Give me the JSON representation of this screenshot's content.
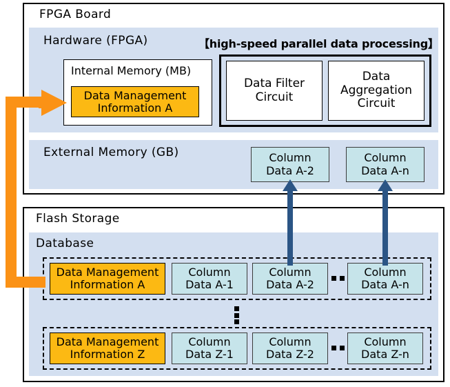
{
  "diagram": {
    "fpga_board": {
      "title": "FPGA Board",
      "hardware": {
        "title": "Hardware (FPGA)",
        "bracket_label": "【high-speed parallel data processing】",
        "internal_memory": {
          "title": "Internal Memory (MB)",
          "data_management": "Data Management\nInformation A"
        },
        "circuits": [
          {
            "label": "Data Filter\nCircuit"
          },
          {
            "label": "Data\nAggregation\nCircuit"
          }
        ]
      },
      "external_memory": {
        "title": "External Memory (GB)",
        "boxes": [
          {
            "label": "Column\nData A-2"
          },
          {
            "label": "Column\nData A-n"
          }
        ]
      }
    },
    "flash_storage": {
      "title": "Flash Storage",
      "database": {
        "title": "Database",
        "rows": [
          {
            "management": "Data Management\nInformation A",
            "columns": [
              {
                "label": "Column\nData A-1"
              },
              {
                "label": "Column\nData A-2"
              },
              {
                "label": "Column\nData A-n"
              }
            ],
            "ellipsis": "..."
          },
          {
            "management": "Data Management\nInformation Z",
            "columns": [
              {
                "label": "Column\nData Z-1"
              },
              {
                "label": "Column\nData Z-2"
              },
              {
                "label": "Column\nData Z-n"
              }
            ],
            "ellipsis": "..."
          }
        ],
        "vertical_ellipsis": "⋮"
      }
    },
    "colors": {
      "panel_blue": "#d3dff0",
      "box_cyan": "#c6e4ea",
      "box_orange": "#fcb913",
      "arrow_orange": "#fb9216",
      "arrow_blue": "#2b5585",
      "outline_black": "#000000",
      "page_white": "#ffffff"
    },
    "arrows": {
      "load_arrow": "data-management-information-a-load-path",
      "column_arrow_a2": "column-data-a-2-transfer",
      "column_arrow_an": "column-data-a-n-transfer"
    }
  }
}
